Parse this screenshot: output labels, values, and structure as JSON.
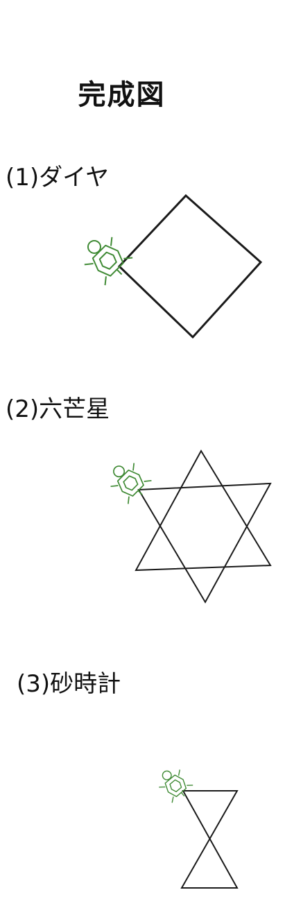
{
  "title": "完成図",
  "figures": [
    {
      "label": "(1)ダイヤ"
    },
    {
      "label": "(2)六芒星"
    },
    {
      "label": "(3)砂時計"
    }
  ],
  "colors": {
    "turtle": "#3f8a34",
    "line": "#1a1a1a"
  }
}
